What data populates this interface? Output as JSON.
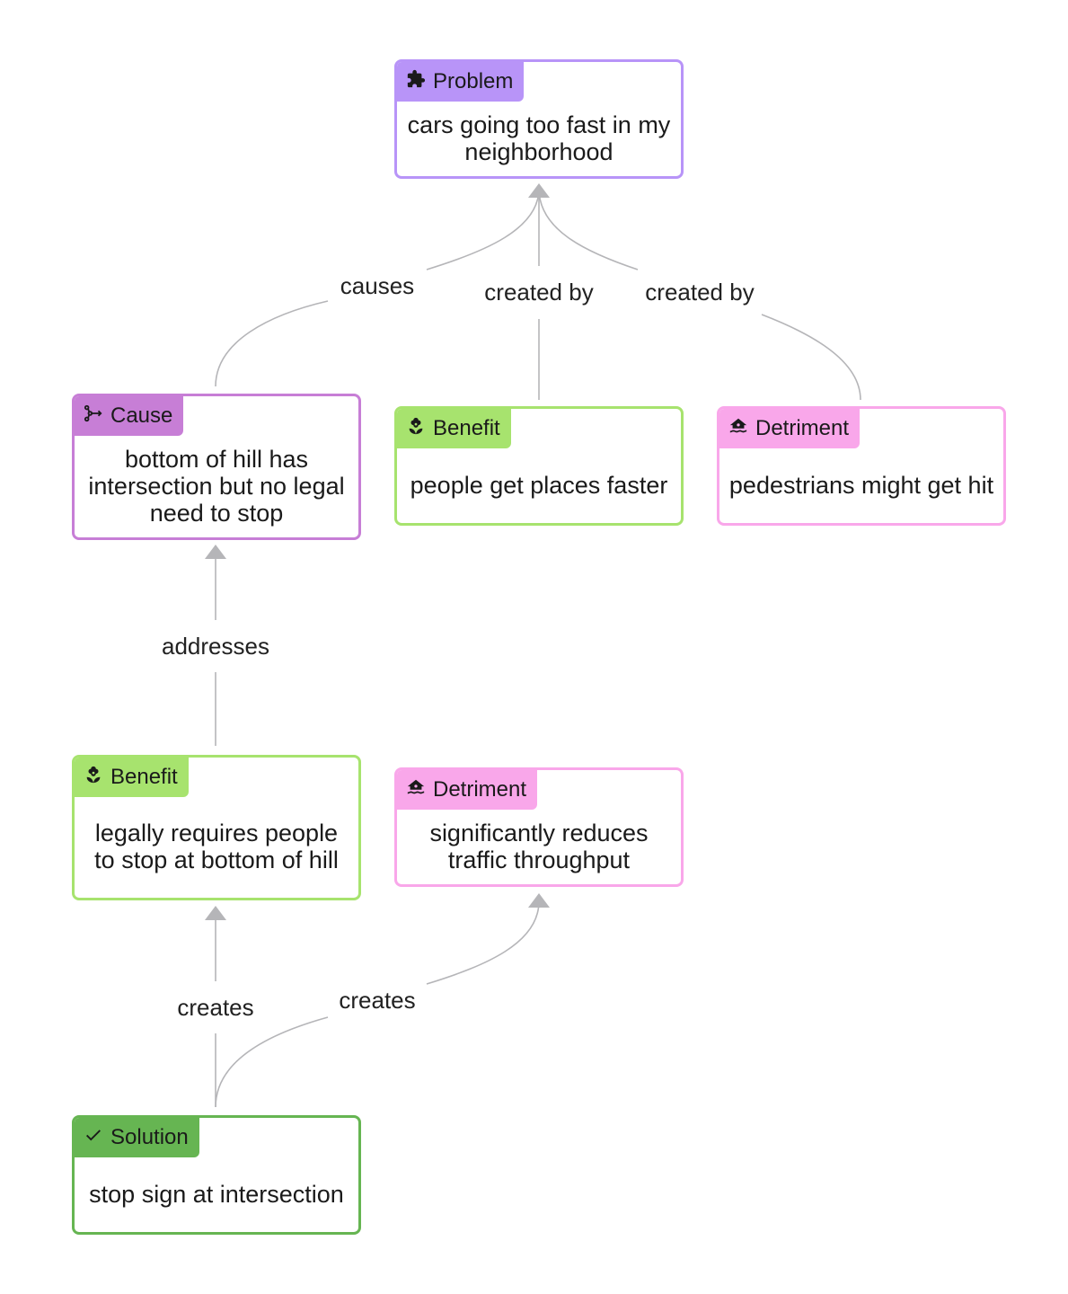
{
  "colors": {
    "problem": "#b894f8",
    "cause": "#c77ed6",
    "benefit": "#a7e36e",
    "detriment": "#f9a7ea",
    "solution": "#66b552",
    "edge": "#b5b5b8"
  },
  "nodes": {
    "problem": {
      "type_label": "Problem",
      "icon": "puzzle-icon",
      "text": "cars going too fast in my neighborhood"
    },
    "cause": {
      "type_label": "Cause",
      "icon": "branch-icon",
      "text": "bottom of hill has intersection but no legal need to stop"
    },
    "benefit1": {
      "type_label": "Benefit",
      "icon": "flower-icon",
      "text": "people get places faster"
    },
    "detriment1": {
      "type_label": "Detriment",
      "icon": "flood-icon",
      "text": "pedestrians might get hit"
    },
    "benefit2": {
      "type_label": "Benefit",
      "icon": "flower-icon",
      "text": "legally requires people to stop at bottom of hill"
    },
    "detriment2": {
      "type_label": "Detriment",
      "icon": "flood-icon",
      "text": "significantly reduces traffic throughput"
    },
    "solution": {
      "type_label": "Solution",
      "icon": "check-icon",
      "text": "stop sign at intersection"
    }
  },
  "edges": {
    "cause_to_problem": {
      "label": "causes"
    },
    "benefit1_to_problem": {
      "label": "created by"
    },
    "detriment1_to_problem": {
      "label": "created by"
    },
    "benefit2_to_cause": {
      "label": "addresses"
    },
    "solution_to_benefit2": {
      "label": "creates"
    },
    "solution_to_detriment2": {
      "label": "creates"
    }
  }
}
